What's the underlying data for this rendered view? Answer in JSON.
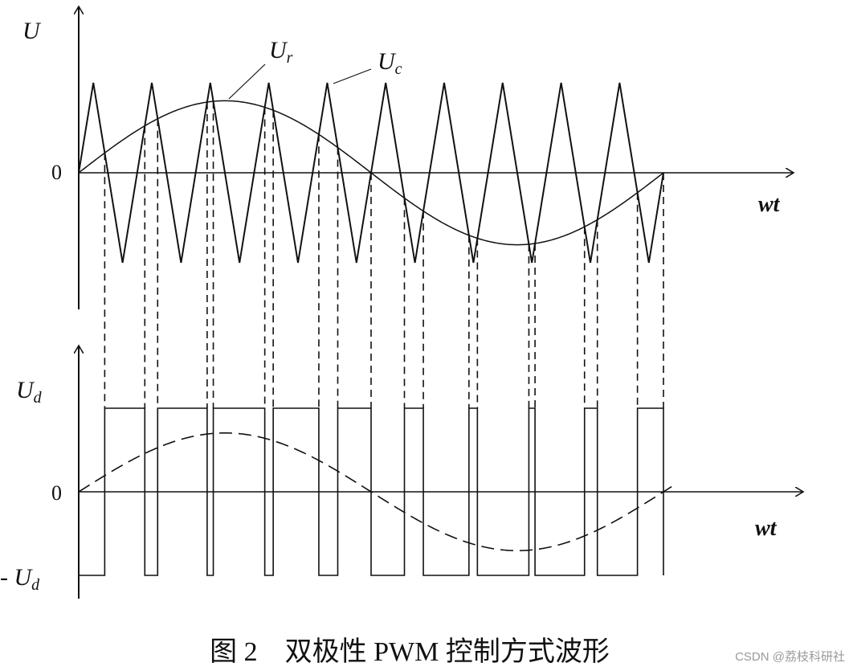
{
  "labels": {
    "u_axis": "U",
    "ur": "U",
    "ur_sub": "r",
    "uc": "U",
    "uc_sub": "c",
    "zero_top": "0",
    "wt_top": "wt",
    "ud": "U",
    "ud_sub": "d",
    "zero_bottom": "0",
    "neg_ud_prefix": "- U",
    "neg_ud_sub": "d",
    "wt_bottom": "wt"
  },
  "caption": "图 2　双极性 PWM 控制方式波形",
  "watermark": "CSDN @荔枝科研社",
  "colors": {
    "ink": "#111111",
    "watermark": "#9a9a9a"
  },
  "chart_data": {
    "type": "line",
    "modulation": "bipolar-pwm",
    "carrier_periods": 10,
    "carrier_amplitude": 1.0,
    "reference_amplitude": 0.8,
    "reference_cycles": 1,
    "series": [
      {
        "name": "Ur",
        "kind": "sine-reference"
      },
      {
        "name": "Uc",
        "kind": "triangle-carrier"
      }
    ],
    "output_levels": [
      "Ud",
      "-Ud"
    ]
  }
}
